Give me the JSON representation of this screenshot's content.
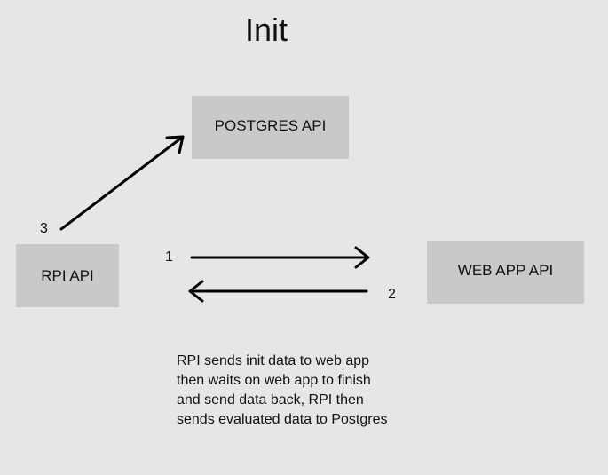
{
  "diagram": {
    "title": "Init",
    "nodes": {
      "postgres": "POSTGRES API",
      "rpi": "RPI API",
      "webapp": "WEB APP API"
    },
    "edges": [
      {
        "from": "rpi",
        "to": "webapp",
        "label": "1"
      },
      {
        "from": "webapp",
        "to": "rpi",
        "label": "2"
      },
      {
        "from": "rpi",
        "to": "postgres",
        "label": "3"
      }
    ],
    "note_lines": [
      "RPI sends init data to web app",
      "then waits on web app to finish",
      "and send data back, RPI then",
      "sends evaluated data to Postgres"
    ]
  },
  "colors": {
    "background": "#e6e6e6",
    "box_fill": "#c9c9c9",
    "text": "#111111",
    "arrow": "#000000"
  }
}
